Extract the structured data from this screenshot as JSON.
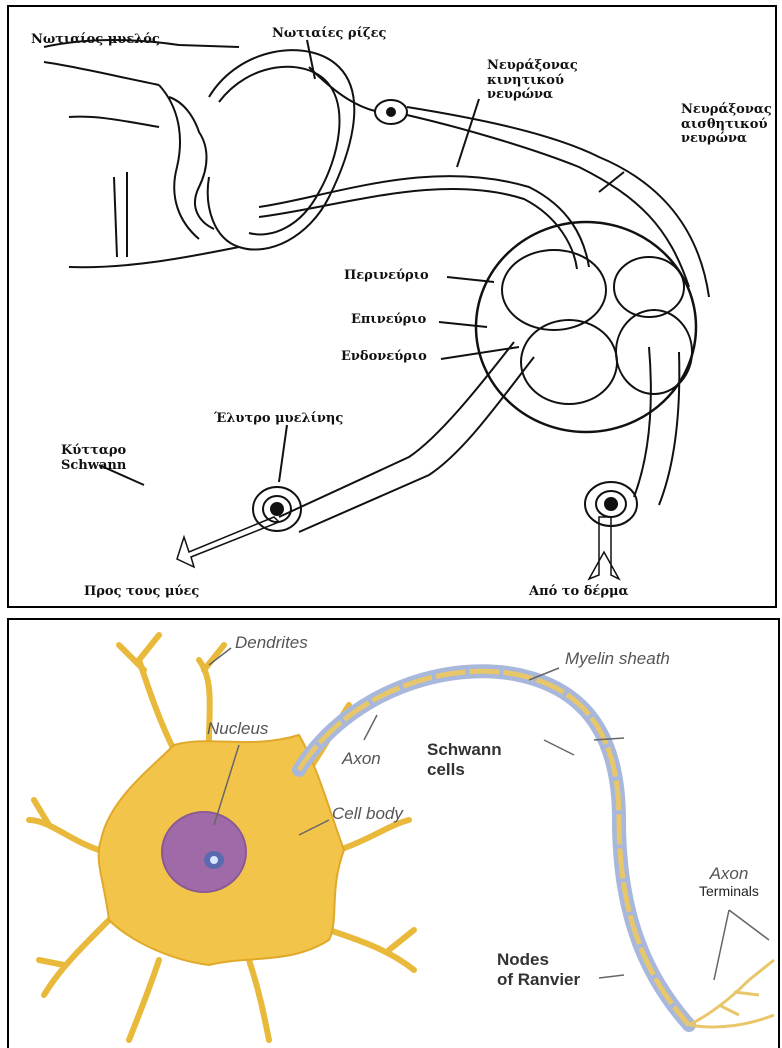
{
  "top_panel": {
    "labels": {
      "spinal_cord": "Νωτιαίος μυελός",
      "spinal_roots": "Νωτιαίες ρίζες",
      "motor_axon": [
        "Νευράξονας",
        "κινητικού",
        "νευρώνα"
      ],
      "sensory_axon": [
        "Νευράξονας",
        "αισθητικού",
        "νευρώνα"
      ],
      "perineurium": "Περινεύριο",
      "epineurium": "Επινεύριο",
      "endoneurium": "Ενδονεύριο",
      "myelin_sheath": "Έλυτρο μυελίνης",
      "schwann_cell": [
        "Κύτταρο",
        "Schwann"
      ],
      "to_muscles": "Προς τους μύες",
      "from_skin": "Από το δέρμα"
    }
  },
  "bottom_panel": {
    "labels": {
      "dendrites": "Dendrites",
      "myelin_sheath": "Myelin sheath",
      "nucleus": "Nucleus",
      "axon": "Axon",
      "schwann_cells": [
        "Schwann",
        "cells"
      ],
      "cell_body": "Cell body",
      "axon_terminals": [
        "Axon",
        "Terminals"
      ],
      "nodes_of_ranvier": [
        "Nodes",
        "of Ranvier"
      ]
    },
    "colors": {
      "cell_body": "#f2c44a",
      "nucleus": "#a06aa8",
      "myelin": "#a8b8dc",
      "axon": "#e8c66a"
    }
  }
}
